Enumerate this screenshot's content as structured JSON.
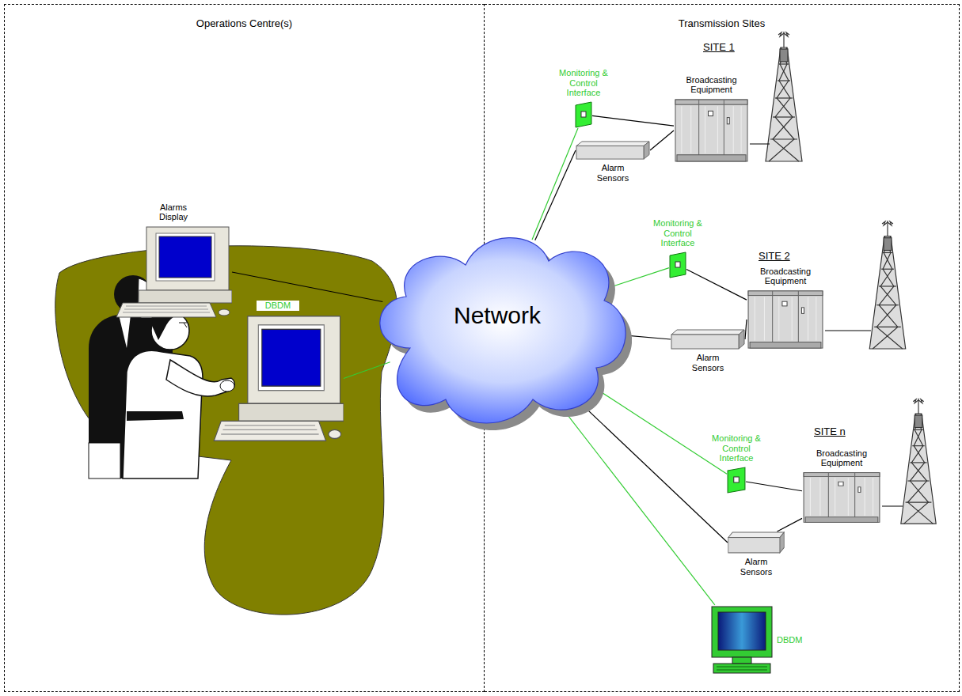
{
  "diagram": {
    "nodes": [
      {
        "text": [
          "Operations Centre(s)"
        ]
      },
      {
        "text": [
          "Transmission Sites"
        ]
      },
      {
        "text": [
          "Alarms Display"
        ],
        "in": 0
      },
      {
        "text": [
          "DBDM"
        ],
        "in": 0
      },
      {
        "text": [
          "Network"
        ]
      },
      {
        "text": [
          "Monitoring & Control Interface"
        ],
        "in": 1
      },
      {
        "text": [
          "Broadcasting Equipment"
        ],
        "in": 1
      },
      {
        "text": [
          "Alarm Sensors"
        ],
        "in": 1
      },
      {
        "text": [
          "Monitoring & Control Interface"
        ],
        "in": 1
      },
      {
        "text": [
          "Broadcasting Equipment"
        ],
        "in": 1
      },
      {
        "text": [
          "Alarm Sensors"
        ],
        "in": 1
      },
      {
        "text": [
          "Monitoring & Control Interface"
        ],
        "in": 1
      },
      {
        "text": [
          "Broadcasting Equipment"
        ],
        "in": 1
      },
      {
        "text": [
          "Alarm Sensors"
        ],
        "in": 1
      },
      {
        "text": [
          "DBDM"
        ],
        "in": 1
      }
    ],
    "edges": [
      {
        "from": 2,
        "to": 4,
        "arrow": "none"
      },
      {
        "from": 3,
        "to": 4,
        "arrow": "none"
      },
      {
        "from": 4,
        "to": 5,
        "arrow": "none"
      },
      {
        "from": 4,
        "to": 7,
        "arrow": "none"
      },
      {
        "from": 5,
        "to": 6,
        "arrow": "none"
      },
      {
        "from": 7,
        "to": 6,
        "arrow": "none"
      },
      {
        "from": 4,
        "to": 8,
        "arrow": "none"
      },
      {
        "from": 4,
        "to": 10,
        "arrow": "none"
      },
      {
        "from": 8,
        "to": 9,
        "arrow": "none"
      },
      {
        "from": 10,
        "to": 9,
        "arrow": "none"
      },
      {
        "from": 4,
        "to": 11,
        "arrow": "none"
      },
      {
        "from": 4,
        "to": 13,
        "arrow": "none"
      },
      {
        "from": 11,
        "to": 12,
        "arrow": "none"
      },
      {
        "from": 13,
        "to": 12,
        "arrow": "none"
      },
      {
        "from": 4,
        "to": 14,
        "arrow": "none"
      }
    ],
    "labels": [
      "SITE 1",
      "SITE 2",
      "SITE n"
    ]
  }
}
